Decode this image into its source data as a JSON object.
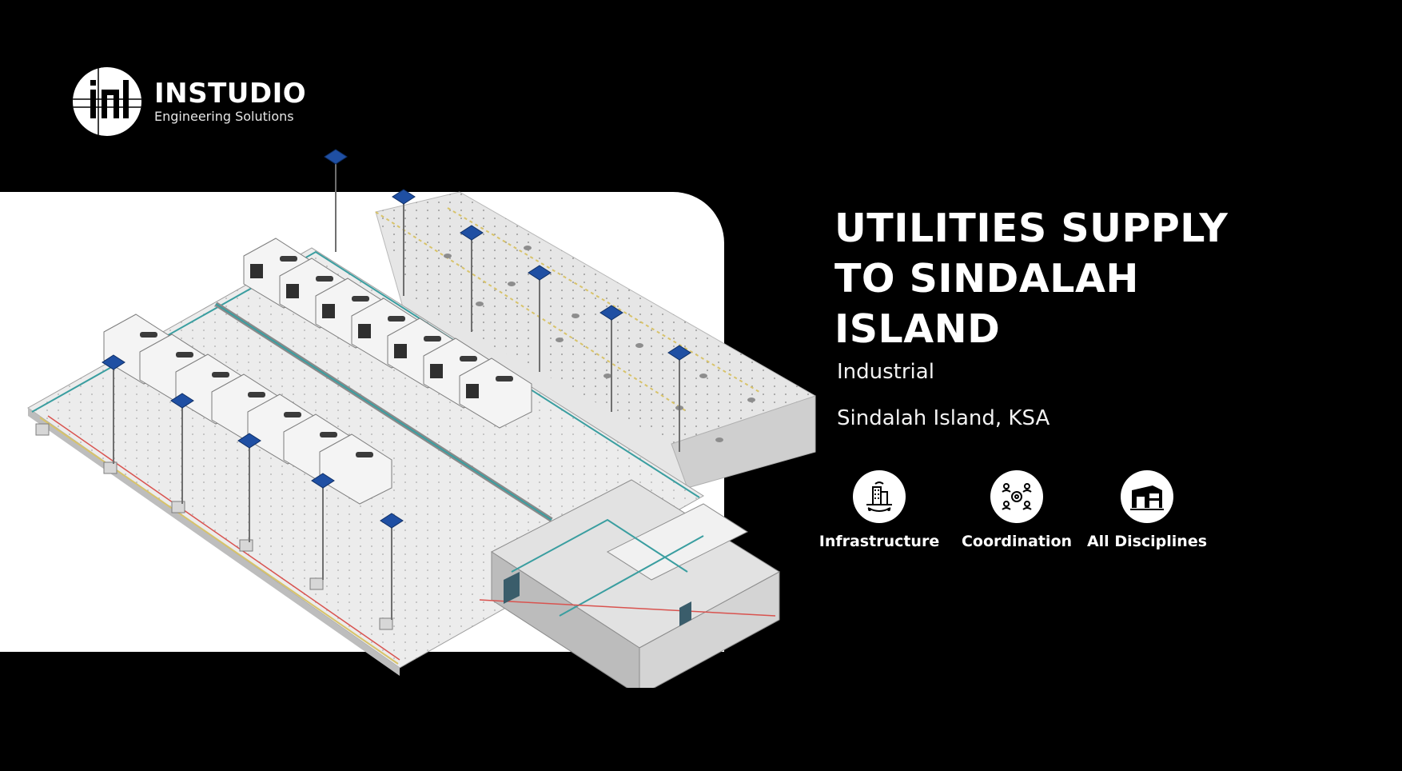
{
  "brand": {
    "name": "INSTUDIO",
    "tagline": "Engineering Solutions"
  },
  "project": {
    "title_lines": [
      "UTILITIES SUPPLY",
      "TO SINDALAH",
      "ISLAND"
    ],
    "category": "Industrial",
    "location": "Sindalah Island, KSA"
  },
  "features": [
    {
      "label": "Infrastructure",
      "icon": "smart-city-icon"
    },
    {
      "label": "Coordination",
      "icon": "team-coordination-icon"
    },
    {
      "label": "All Disciplines",
      "icon": "building-icon"
    }
  ],
  "colors": {
    "background": "#000000",
    "panel": "#ffffff",
    "accent_blue": "#1f4fa3",
    "pipe_red": "#d9534f",
    "pipe_teal": "#3a9ea0",
    "pipe_yellow": "#d8c36a"
  }
}
